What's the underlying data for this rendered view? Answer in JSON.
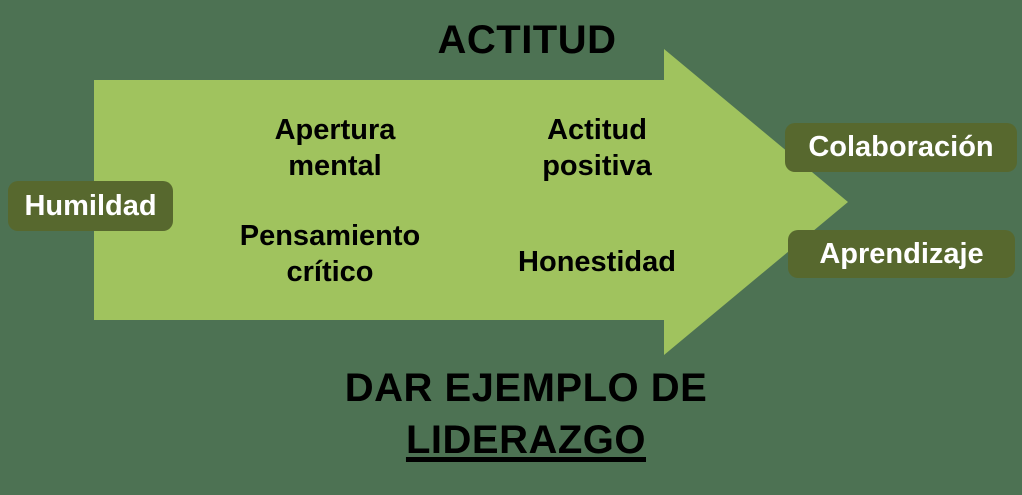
{
  "colors": {
    "background": "#4d7253",
    "arrow_fill": "#a0c35e",
    "badge_fill": "#57682e",
    "badge_text": "#ffffff",
    "heading_text": "#000000"
  },
  "heading": {
    "text": "ACTITUD"
  },
  "input_badge": {
    "label": "Humildad"
  },
  "arrow_labels": [
    {
      "id": "apertura-mental",
      "text": "Apertura\nmental"
    },
    {
      "id": "actitud-positiva",
      "text": "Actitud\npositiva"
    },
    {
      "id": "pensamiento-critico",
      "text": "Pensamiento\ncrítico"
    },
    {
      "id": "honestidad",
      "text": "Honestidad"
    }
  ],
  "output_badges": [
    {
      "label": "Colaboración"
    },
    {
      "label": "Aprendizaje"
    }
  ],
  "footer": {
    "line1": "DAR EJEMPLO DE",
    "line2": "LIDERAZGO"
  }
}
